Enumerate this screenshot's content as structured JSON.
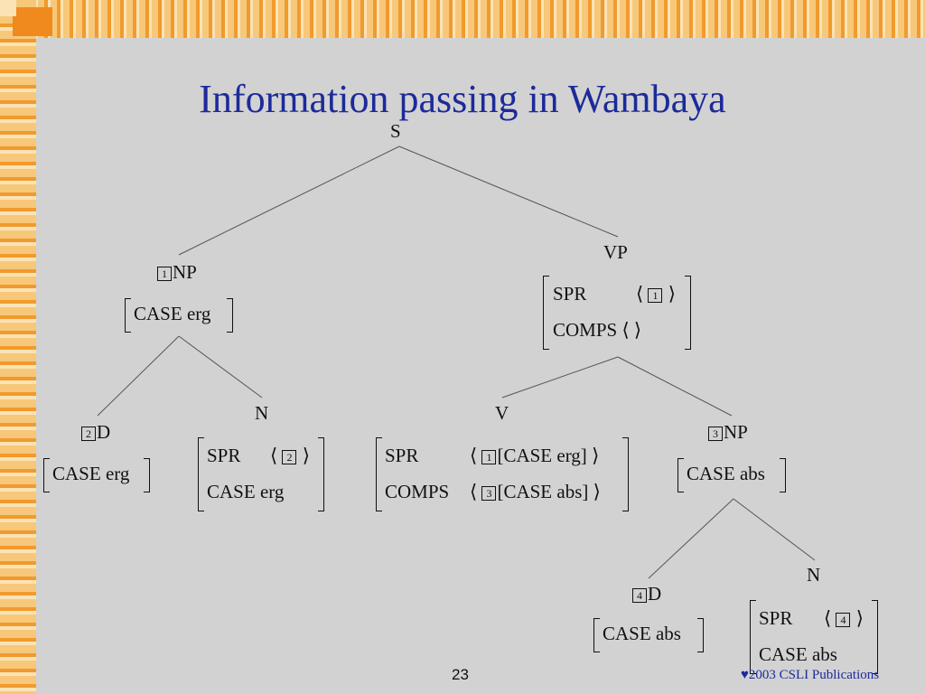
{
  "title": "Information passing in Wambaya",
  "nodes": {
    "s": "S",
    "np1": "NP",
    "np1_tag": "1",
    "np1_case_attr": "CASE",
    "np1_case_val": "erg",
    "vp": "VP",
    "vp_spr_attr": "SPR",
    "vp_spr_tag": "1",
    "vp_comps_attr": "COMPS",
    "d2": "D",
    "d2_tag": "2",
    "d2_case_attr": "CASE",
    "d2_case_val": "erg",
    "n1": "N",
    "n1_spr_attr": "SPR",
    "n1_spr_tag": "2",
    "n1_case_attr": "CASE",
    "n1_case_val": "erg",
    "v": "V",
    "v_spr_attr": "SPR",
    "v_spr_tag": "1",
    "v_spr_val": "[CASE erg]",
    "v_comps_attr": "COMPS",
    "v_comps_tag": "3",
    "v_comps_val": "[CASE abs]",
    "np3": "NP",
    "np3_tag": "3",
    "np3_case_attr": "CASE",
    "np3_case_val": "abs",
    "d4": "D",
    "d4_tag": "4",
    "d4_case_attr": "CASE",
    "d4_case_val": "abs",
    "n2": "N",
    "n2_spr_attr": "SPR",
    "n2_spr_tag": "4",
    "n2_case_attr": "CASE",
    "n2_case_val": "abs"
  },
  "footer": {
    "page_number": "23",
    "copyright": "2003 CSLI Publications",
    "heart": "♥"
  },
  "colors": {
    "title": "#1c2a9a",
    "background": "#d2d2d2",
    "border_orange": "#f19a2e"
  }
}
